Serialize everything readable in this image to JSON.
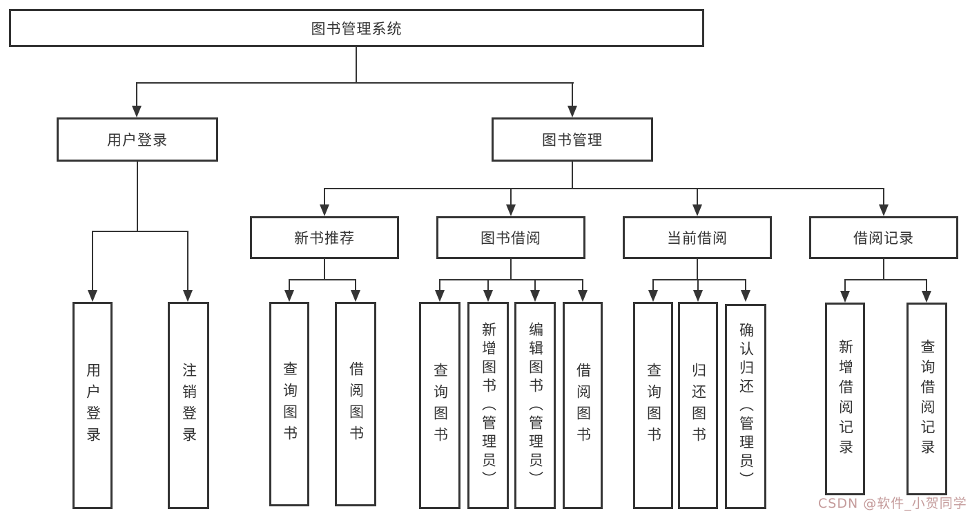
{
  "diagram": {
    "title": "图书管理系统",
    "root": "图书管理系统",
    "user_login": {
      "label": "用户登录",
      "children": [
        "用户登录",
        "注销登录"
      ]
    },
    "book_mgmt": {
      "label": "图书管理",
      "children": [
        {
          "label": "新书推荐",
          "children": [
            "查询图书",
            "借阅图书"
          ]
        },
        {
          "label": "图书借阅",
          "children": [
            "查询图书",
            "新增图书（管理员）",
            "编辑图书（管理员）",
            "借阅图书"
          ]
        },
        {
          "label": "当前借阅",
          "children": [
            "查询图书",
            "归还图书",
            "确认归还（管理员）"
          ]
        },
        {
          "label": "借阅记录",
          "children": [
            "新增借阅记录",
            "查询借阅记录"
          ]
        }
      ]
    }
  },
  "watermark": "CSDN @软件_小贺同学",
  "colors": {
    "line": "#343434",
    "text": "#333333",
    "background": "#ffffff",
    "watermark": "#c59c9c"
  }
}
